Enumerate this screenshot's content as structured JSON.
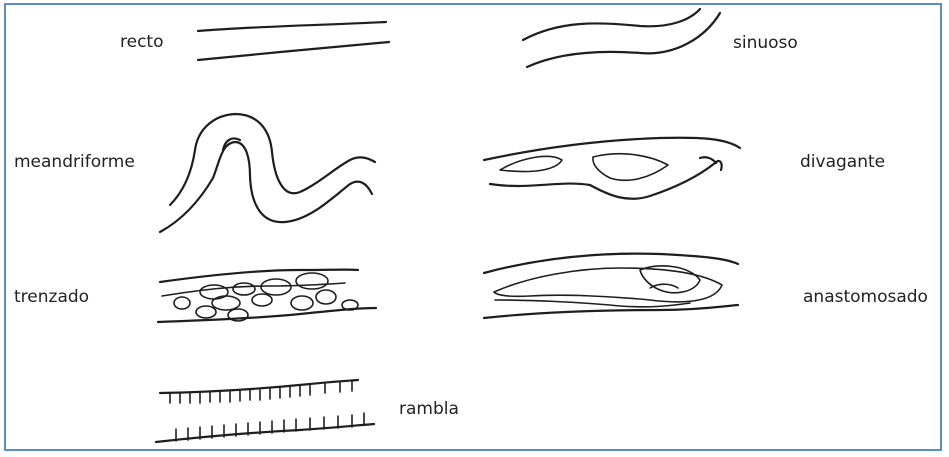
{
  "labels": {
    "recto": "recto",
    "sinuoso": "sinuoso",
    "meandriforme": "meandriforme",
    "divagante": "divagante",
    "trenzado": "trenzado",
    "anastomosado": "anastomosado",
    "rambla": "rambla"
  },
  "colors": {
    "frame": "#5b8ccf",
    "stroke": "#1e1e1e",
    "text": "#222222"
  }
}
